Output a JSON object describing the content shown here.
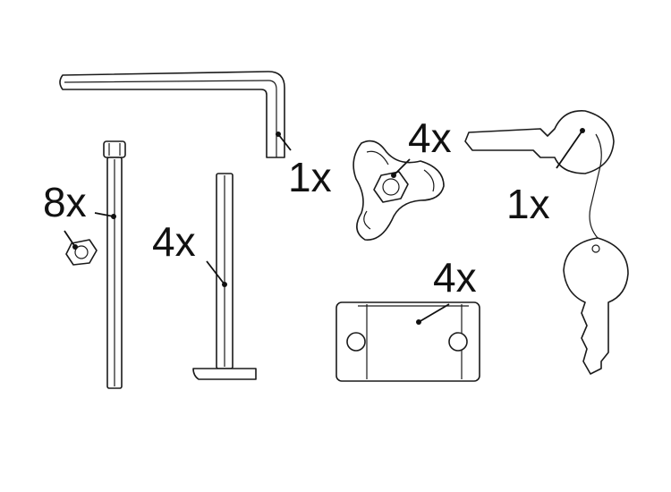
{
  "callouts": {
    "hex_key": {
      "qty": "1x"
    },
    "bolt": {
      "qty": "8x"
    },
    "t_pin": {
      "qty": "4x"
    },
    "knob": {
      "qty": "4x"
    },
    "plate": {
      "qty": "4x"
    },
    "keys": {
      "qty": "1x"
    }
  },
  "colors": {
    "line": "#1a1a1a",
    "background": "#ffffff"
  }
}
